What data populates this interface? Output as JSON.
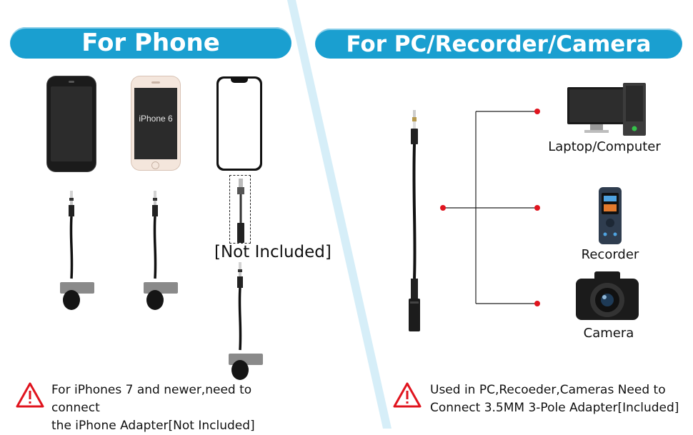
{
  "left": {
    "banner": "For Phone",
    "phone_screen_text": "iPhone 6",
    "adapter_label": "[Not Included]",
    "warning_line1": "For iPhones 7 and newer,need to connect",
    "warning_line2": "the iPhone Adapter[Not Included]"
  },
  "right": {
    "banner": "For PC/Recorder/Camera",
    "devices": [
      {
        "label": "Laptop/Computer"
      },
      {
        "label": "Recorder"
      },
      {
        "label": "Camera"
      }
    ],
    "warning_line1": "Used in PC,Recoeder,Cameras Need to",
    "warning_line2": "Connect 3.5MM 3-Pole Adapter[Included]"
  },
  "colors": {
    "banner": "#1a9fd0",
    "divider": "#cfe9f6",
    "dot": "#e0141e",
    "warning": "#e0141e"
  },
  "icons": [
    "warning-triangle-icon",
    "warning-triangle-icon"
  ]
}
